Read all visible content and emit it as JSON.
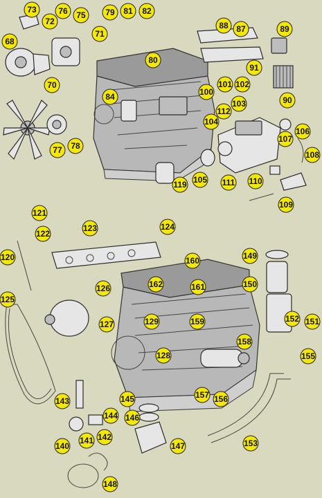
{
  "diagram": {
    "background_color": "#d9d9bf",
    "callout_color": "#f5e800",
    "upper_group_labels": [
      "68",
      "70",
      "71",
      "72",
      "73",
      "75",
      "76",
      "77",
      "78",
      "79",
      "80",
      "81",
      "82",
      "84",
      "87",
      "88",
      "89",
      "90",
      "91",
      "100",
      "101",
      "102",
      "103",
      "104",
      "105",
      "106",
      "107",
      "108",
      "109",
      "110",
      "111",
      "112",
      "119"
    ],
    "lower_group_labels": [
      "120",
      "121",
      "122",
      "123",
      "124",
      "125",
      "126",
      "127",
      "128",
      "129",
      "140",
      "141",
      "142",
      "143",
      "144",
      "145",
      "146",
      "147",
      "148",
      "149",
      "150",
      "151",
      "152",
      "153",
      "155",
      "156",
      "157",
      "158",
      "159",
      "160",
      "161",
      "162"
    ]
  }
}
